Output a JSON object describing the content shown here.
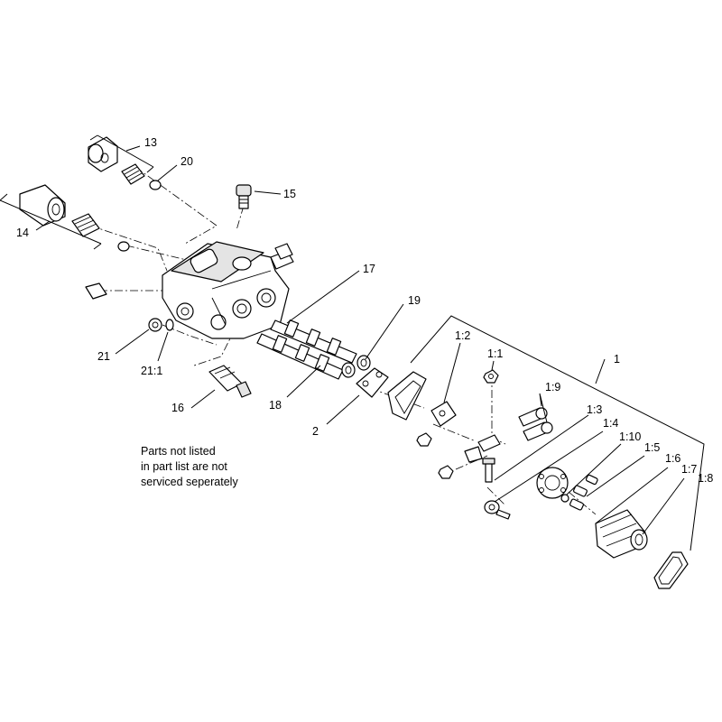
{
  "callouts": {
    "c13": "13",
    "c20": "20",
    "c14": "14",
    "c15": "15",
    "c17": "17",
    "c19": "19",
    "c21": "21",
    "c21_1": "21:1",
    "c18": "18",
    "c16": "16",
    "c2": "2",
    "c1": "1",
    "c1_1": "1:1",
    "c1_2": "1:2",
    "c1_3": "1:3",
    "c1_4": "1:4",
    "c1_5": "1:5",
    "c1_6": "1:6",
    "c1_7": "1:7",
    "c1_8": "1:8",
    "c1_9": "1:9",
    "c1_10": "1:10"
  },
  "note": {
    "line1": "Parts not listed",
    "line2": "in part list are not",
    "line3": "serviced seperately"
  }
}
